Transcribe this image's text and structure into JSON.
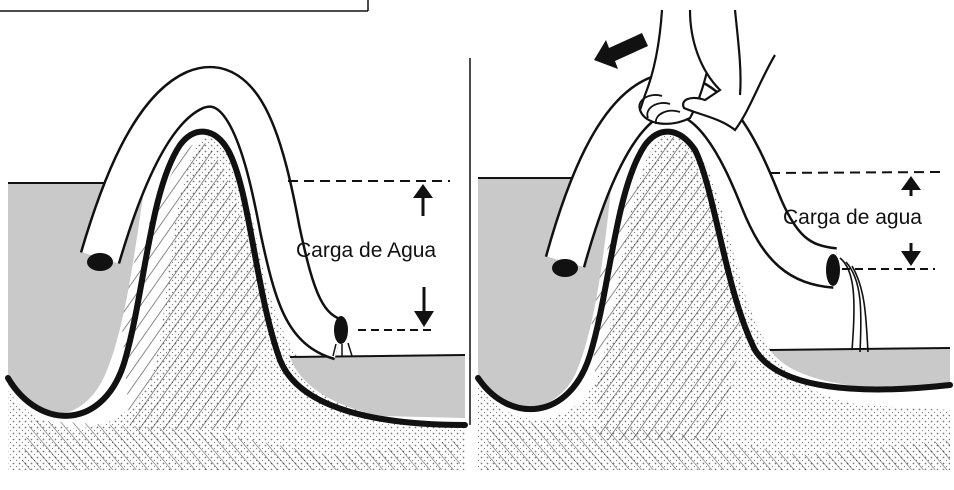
{
  "panels": [
    {
      "id": "left",
      "label": "Carga de Agua"
    },
    {
      "id": "right",
      "label": "Carga de agua"
    }
  ],
  "colors": {
    "water": "#c9c9c9",
    "ink": "#111111",
    "pipe": "#ffffff",
    "background": "#ffffff"
  },
  "icons": [
    "arrow-up-icon",
    "arrow-down-icon",
    "pull-direction-arrow-icon",
    "hands-icon"
  ]
}
